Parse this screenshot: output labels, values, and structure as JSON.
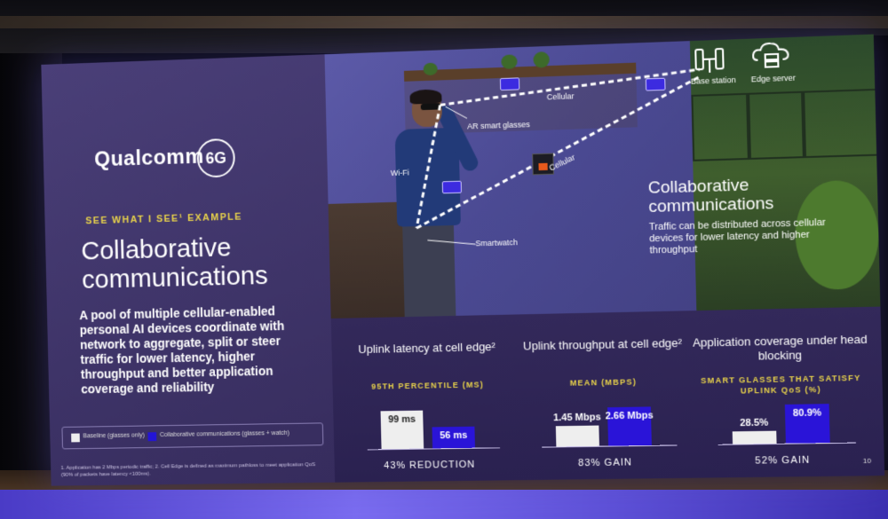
{
  "brand": {
    "logo": "Qualcomm",
    "badge": "6G"
  },
  "left": {
    "kicker": "SEE WHAT I SEE¹ EXAMPLE",
    "title": "Collaborative communications",
    "body": "A pool of multiple cellular-enabled personal AI devices coordinate with network to aggregate, split or steer traffic for lower latency, higher throughput and better application coverage and reliability",
    "legend": {
      "baseline": "Baseline (glasses only)",
      "collab": "Collaborative communications (glasses + watch)"
    },
    "footnote": "1. Application has 2 Mbps periodic traffic; 2. Cell Edge is defined as maximum pathloss to meet application QoS (90% of packets have latency <100ms)."
  },
  "photo": {
    "labels": {
      "cellular_top": "Cellular",
      "cellular_diag": "Cellular",
      "ar_glasses": "AR smart glasses",
      "wifi": "Wi-Fi",
      "smartwatch": "Smartwatch",
      "base_station": "Base station",
      "edge_server": "Edge server"
    },
    "title": "Collaborative communications",
    "body": "Traffic can be distributed across cellular devices for lower latency and higher throughput"
  },
  "stats": [
    {
      "title": "Uplink latency at cell edge²",
      "sub": "95TH PERCENTILE (MS)",
      "baseline_label": "99 ms",
      "collab_label": "56 ms",
      "baseline_value": 99,
      "collab_value": 56,
      "foot": "43% REDUCTION"
    },
    {
      "title": "Uplink throughput at cell edge²",
      "sub": "MEAN (MBPS)",
      "baseline_label": "1.45 Mbps",
      "collab_label": "2.66 Mbps",
      "baseline_value": 1.45,
      "collab_value": 2.66,
      "foot": "83% GAIN"
    },
    {
      "title": "Application coverage under head blocking",
      "sub": "SMART GLASSES THAT SATISFY UPLINK QoS (%)",
      "baseline_label": "28.5%",
      "collab_label": "80.9%",
      "baseline_value": 28.5,
      "collab_value": 80.9,
      "foot": "52% GAIN"
    }
  ],
  "page_number": "10",
  "colors": {
    "accent_yellow": "#e9d34a",
    "collab_blue": "#2a14d8",
    "baseline_white": "#eeeeee",
    "slide_purple": "#3d3364"
  },
  "icons": {
    "base_station": "base-station-icon",
    "edge_server": "cloud-server-icon"
  }
}
